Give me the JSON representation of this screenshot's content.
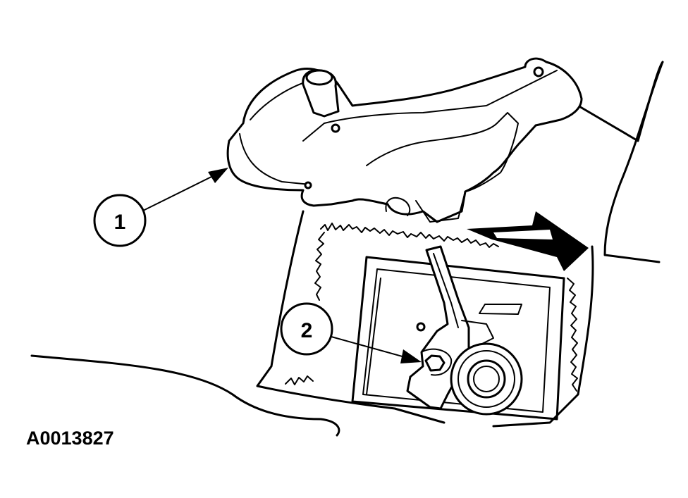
{
  "figure": {
    "id_label": "A0013827",
    "callouts": [
      {
        "number": "1"
      },
      {
        "number": "2"
      }
    ],
    "colors": {
      "line": "#000000",
      "background": "#ffffff",
      "fill_dark": "#000000"
    }
  }
}
